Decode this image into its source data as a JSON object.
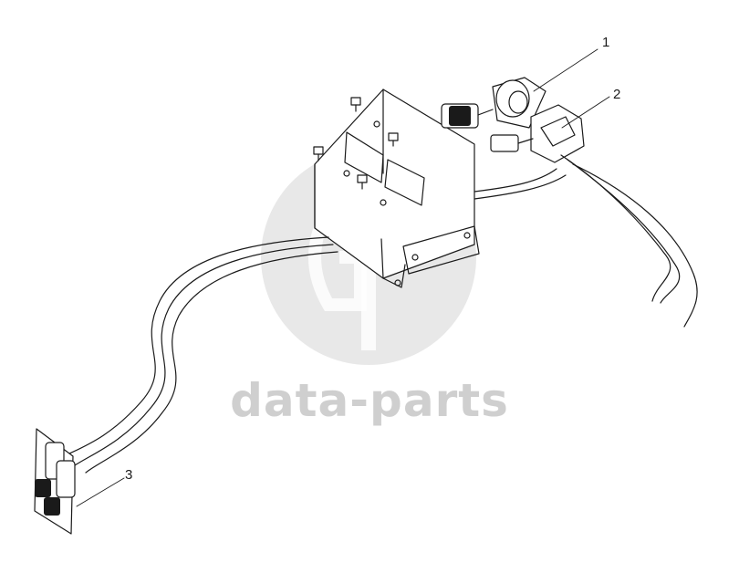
{
  "diagram": {
    "callouts": [
      {
        "label": "1"
      },
      {
        "label": "2"
      },
      {
        "label": "3"
      }
    ]
  },
  "watermark": {
    "text": "data-parts",
    "color": "#cfcfcf"
  }
}
